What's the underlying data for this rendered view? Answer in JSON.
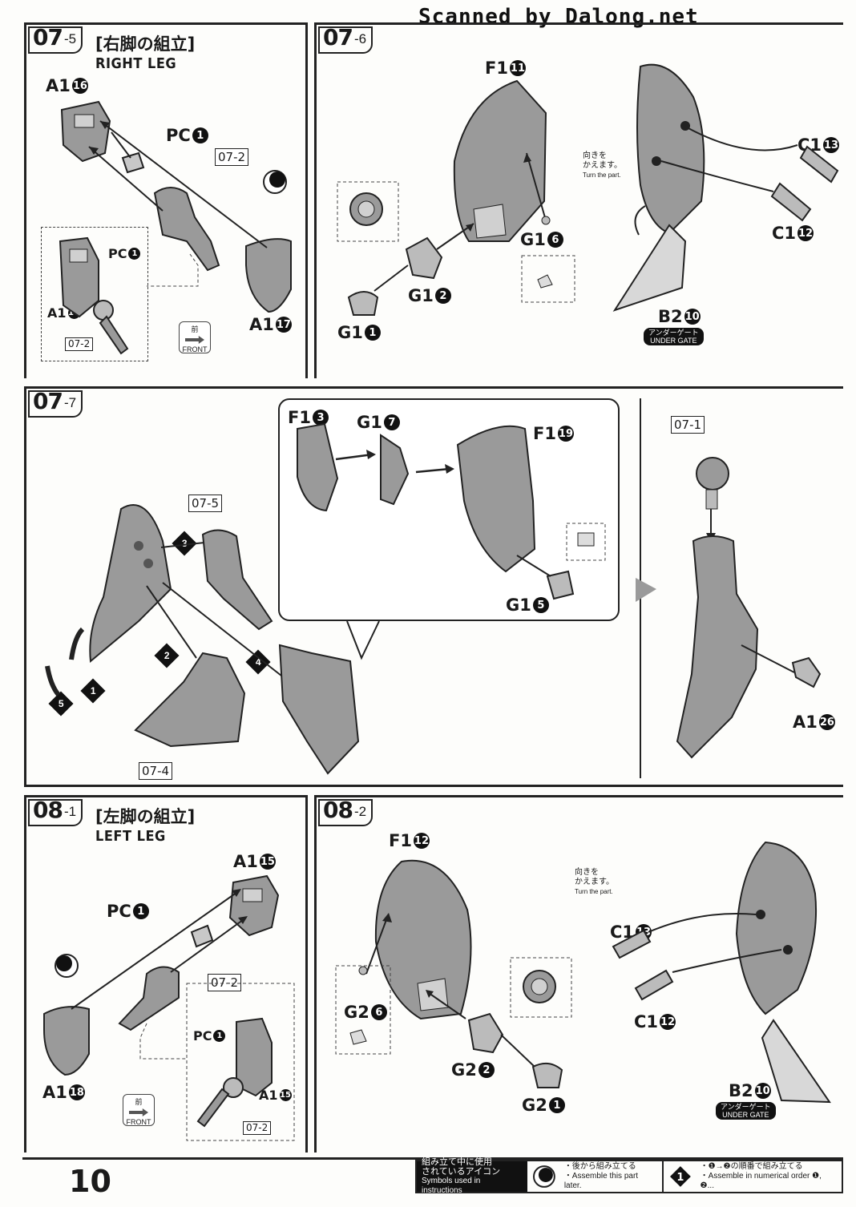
{
  "scan_credit": "Scanned by Dalong.net",
  "page_number": "10",
  "panels": {
    "p0705": {
      "num": "07",
      "sub": "-5",
      "title_jp": "[右脚の組立]",
      "title_en": "RIGHT LEG",
      "labels": {
        "a16": "A1",
        "a16c": "16",
        "pc1": "PC",
        "pc1c": "1",
        "a17": "A1",
        "a17c": "17",
        "ref": "07-2",
        "inset_pc": "PC",
        "inset_pcc": "1",
        "inset_a16": "A1",
        "inset_a16c": "16",
        "inset_ref": "07-2"
      },
      "front_jp": "前",
      "front_en": "FRONT"
    },
    "p0706": {
      "num": "07",
      "sub": "-6",
      "labels": {
        "f11": "F1",
        "f11c": "11",
        "g16": "G1",
        "g16c": "6",
        "g12": "G1",
        "g12c": "2",
        "g11": "G1",
        "g11c": "1",
        "c13": "C1",
        "c13c": "13",
        "c12": "C1",
        "c12c": "12",
        "b210": "B2",
        "b210c": "10"
      },
      "turn_jp": "向きを\nかえます。",
      "turn_en": "Turn the part.",
      "gate_jp": "アンダーゲート",
      "gate_en": "UNDER GATE"
    },
    "p0707": {
      "num": "07",
      "sub": "-7",
      "labels": {
        "f13": "F1",
        "f13c": "3",
        "g17": "G1",
        "g17c": "7",
        "f19": "F1",
        "f19c": "19",
        "g15": "G1",
        "g15c": "5",
        "ref0705": "07-5",
        "ref0704": "07-4",
        "ref0701": "07-1",
        "a126": "A1",
        "a126c": "26"
      },
      "seq": [
        "1",
        "2",
        "3",
        "4",
        "5"
      ]
    },
    "p0801": {
      "num": "08",
      "sub": "-1",
      "title_jp": "[左脚の組立]",
      "title_en": "LEFT LEG",
      "labels": {
        "a15": "A1",
        "a15c": "15",
        "pc1": "PC",
        "pc1c": "1",
        "a18": "A1",
        "a18c": "18",
        "ref": "07-2",
        "inset_pc": "PC",
        "inset_pcc": "1",
        "inset_a15": "A1",
        "inset_a15c": "15",
        "inset_ref": "07-2"
      },
      "front_jp": "前",
      "front_en": "FRONT"
    },
    "p0802": {
      "num": "08",
      "sub": "-2",
      "labels": {
        "f12": "F1",
        "f12c": "12",
        "g26": "G2",
        "g26c": "6",
        "g22": "G2",
        "g22c": "2",
        "g21": "G2",
        "g21c": "1",
        "c13": "C1",
        "c13c": "13",
        "c12": "C1",
        "c12c": "12",
        "b210": "B2",
        "b210c": "10"
      },
      "turn_jp": "向きを\nかえます。",
      "turn_en": "Turn the part.",
      "gate_jp": "アンダーゲート",
      "gate_en": "UNDER GATE"
    }
  },
  "legend": {
    "title_jp": "組み立て中に使用\nされているアイコン",
    "title_en": "Symbols used in instructions",
    "later_jp": "・後から組み立てる",
    "later_en": "・Assemble this part later.",
    "order_jp": "・❶→❷の順番で組み立てる",
    "order_en": "・Assemble in numerical order ❶, ❷..."
  },
  "colors": {
    "ink": "#1a1a1a",
    "part_fill": "#9a9a9a",
    "part_light": "#d0d0d0",
    "paper": "#fdfdfb"
  }
}
